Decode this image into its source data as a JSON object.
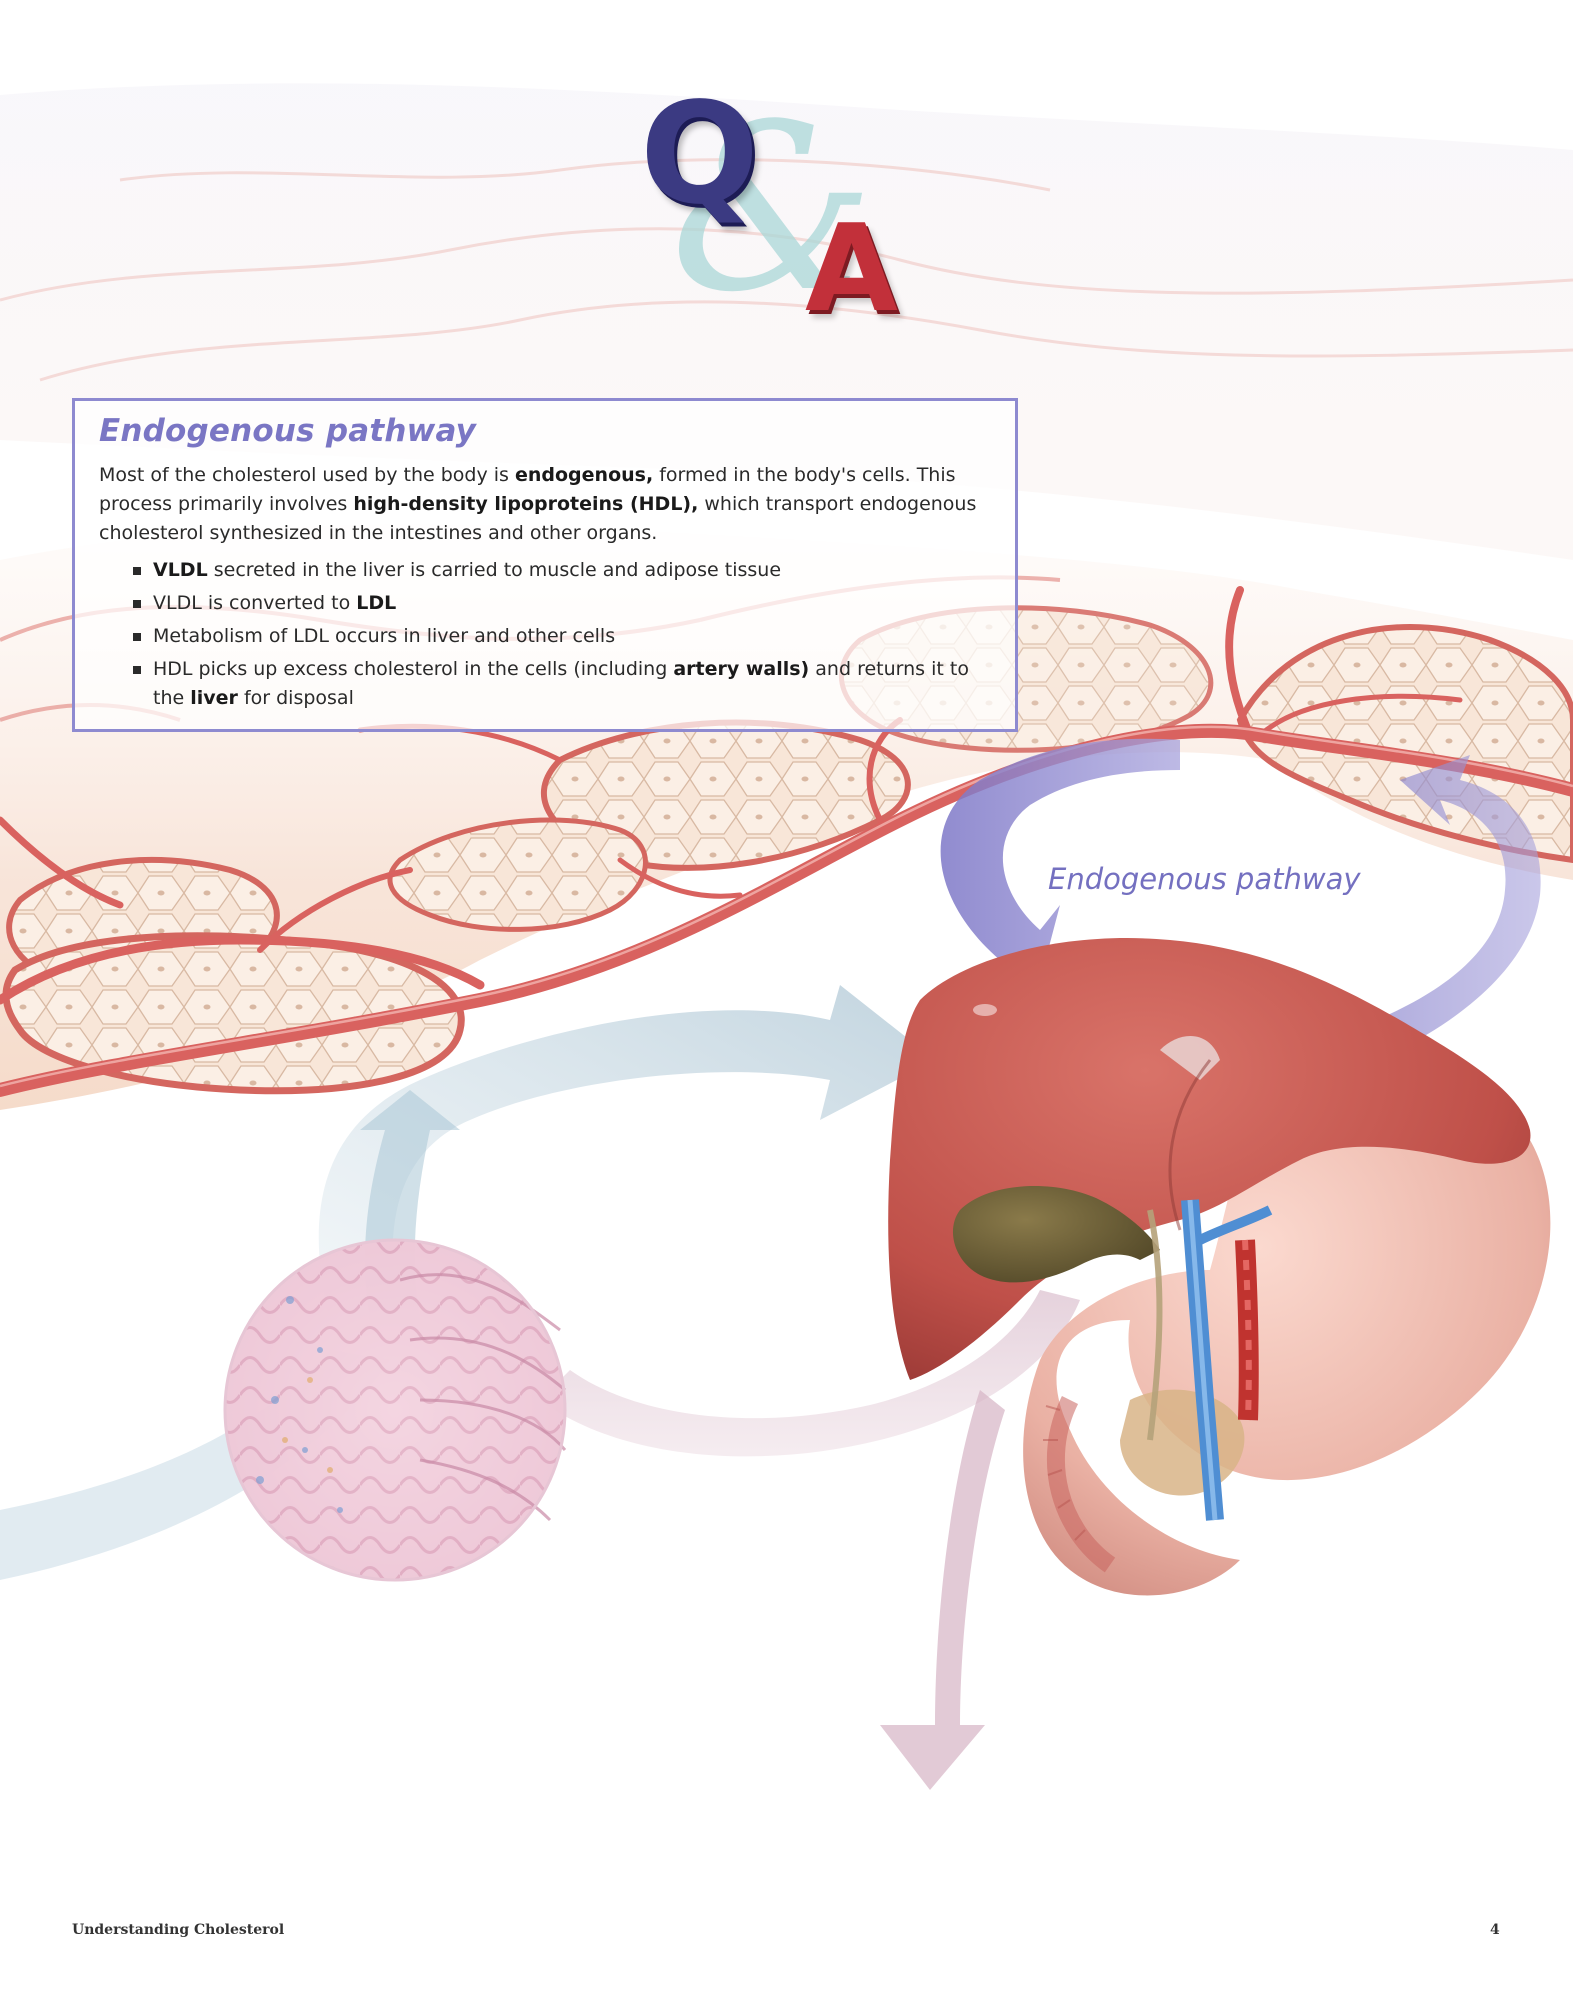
{
  "logo": {
    "q": "Q",
    "ampersand": "&",
    "a": "A"
  },
  "info_box": {
    "title": "Endogenous pathway",
    "intro": {
      "t1": "Most of the cholesterol used by the body is ",
      "b1": "endogenous,",
      "t2": " formed in the body's cells. This process primarily involves ",
      "b2": "high-density lipoproteins (HDL),",
      "t3": " which transport endogenous cholesterol synthesized in the intestines and other organs."
    },
    "bullets": [
      {
        "b": "VLDL",
        "t": " secreted in the liver is carried to muscle and adipose tissue"
      },
      {
        "t": "VLDL is converted to ",
        "b": "LDL"
      },
      {
        "t": "Metabolism of LDL occurs in liver and other cells"
      },
      {
        "t1": "HDL picks up excess cholesterol in the cells (including ",
        "b1": "artery walls)",
        "t2": " and returns it to the ",
        "b2": "liver",
        "t3": " for disposal"
      }
    ]
  },
  "diagram": {
    "pathway_label": "Endogenous pathway"
  },
  "footer": {
    "title": "Understanding Cholesterol",
    "page_number": "4"
  },
  "colors": {
    "box_border": "#8e8ad0",
    "title_purple": "#7a76c4",
    "q_navy": "#3b3a82",
    "a_red": "#c2303a",
    "vessel_red": "#d9625f",
    "liver": "#c2554f",
    "arrow_purple": "#8f89cf",
    "arrow_blue": "#a9c3d3",
    "arrow_pink": "#d8b8c8"
  }
}
